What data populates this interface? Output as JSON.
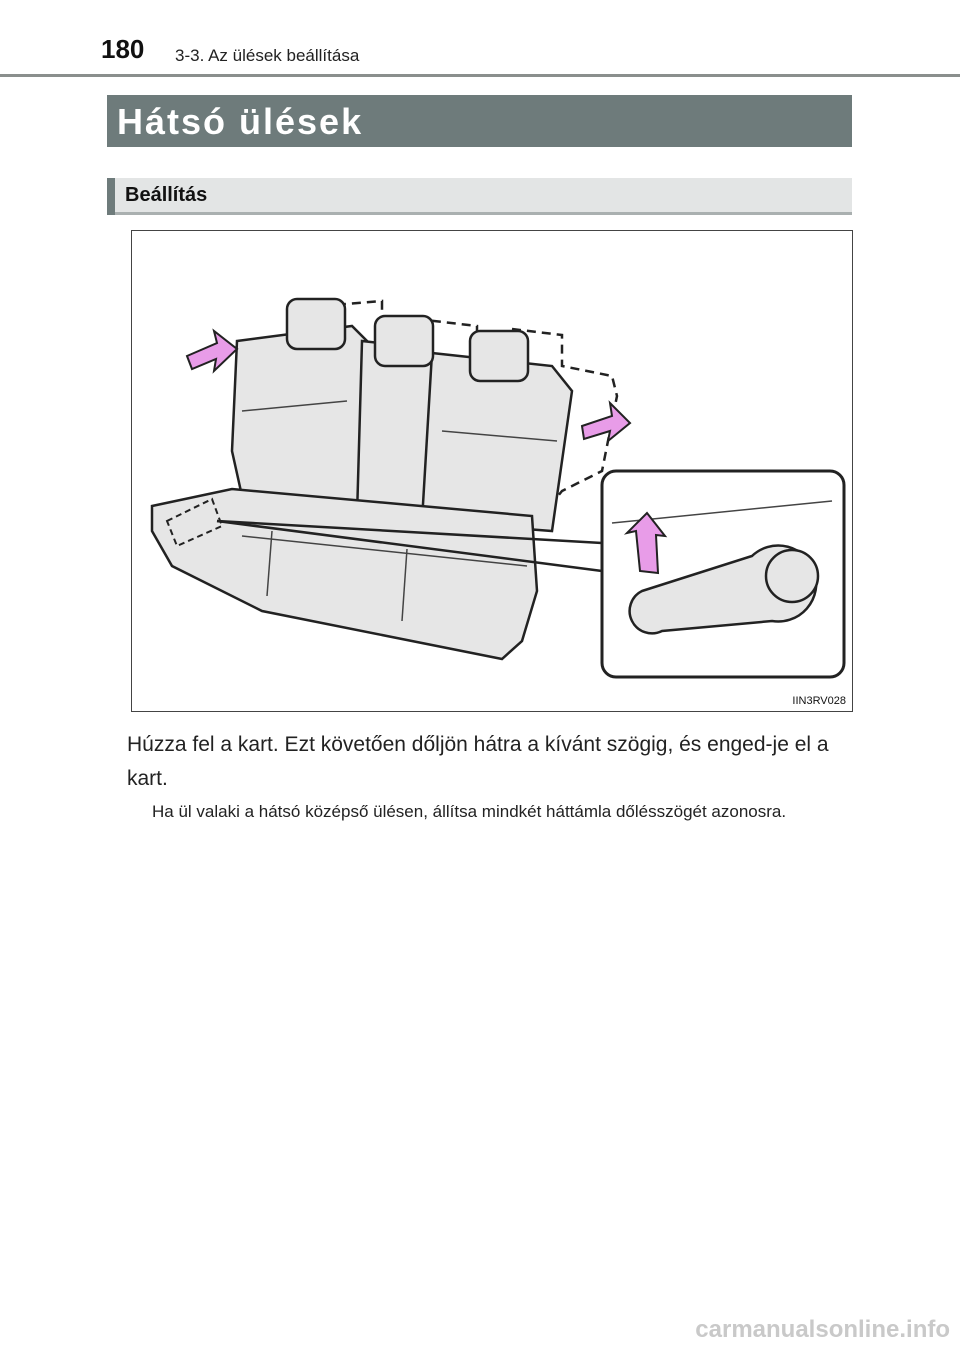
{
  "header": {
    "page_number": "180",
    "chapter": "3-3. Az ülések beállítása"
  },
  "section": {
    "title": "Hátsó ülések"
  },
  "subsection": {
    "title": "Beállítás"
  },
  "figure": {
    "code": "IIN3RV028",
    "accent_color": "#e89ce8"
  },
  "body": {
    "instruction": "Húzza fel a kart. Ezt követően dőljön hátra a kívánt szögig, és enged-je el a kart.",
    "note": "Ha ül valaki a hátsó középső ülésen, állítsa mindkét háttámla dőlésszögét azonosra."
  },
  "footer": {
    "watermark": "carmanualsonline.info"
  }
}
